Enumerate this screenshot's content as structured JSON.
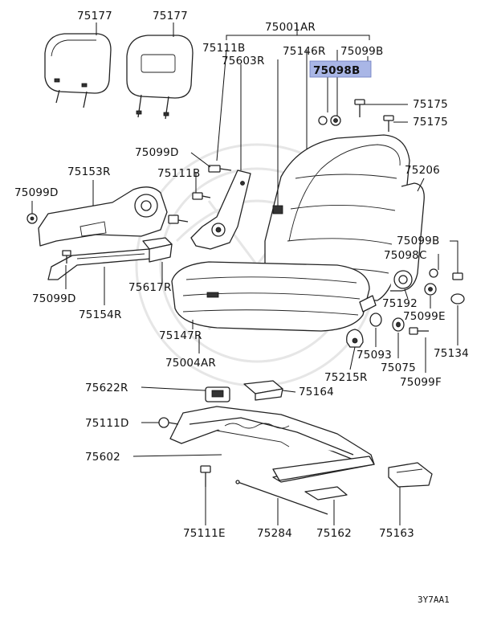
{
  "labels": {
    "l75177a": "75177",
    "l75177b": "75177",
    "l75001AR": "75001AR",
    "l75111B_top": "75111B",
    "l75603R": "75603R",
    "l75146R": "75146R",
    "l75099B_top": "75099B",
    "l75098B": "75098B",
    "l75175a": "75175",
    "l75175b": "75175",
    "l75099D_a": "75099D",
    "l75153R": "75153R",
    "l75111B_mid": "75111B",
    "l75099D_b": "75099D",
    "l75206": "75206",
    "l75099B_right": "75099B",
    "l75098C": "75098C",
    "l75099D_c": "75099D",
    "l75154R": "75154R",
    "l75617R": "75617R",
    "l75192": "75192",
    "l75099E": "75099E",
    "l75147R": "75147R",
    "l75134": "75134",
    "l75093": "75093",
    "l75075": "75075",
    "l75004AR": "75004AR",
    "l75215R": "75215R",
    "l75099F": "75099F",
    "l75622R": "75622R",
    "l75164": "75164",
    "l75111D": "75111D",
    "l75602": "75602",
    "l75111E": "75111E",
    "l75284": "75284",
    "l75162": "75162",
    "l75163": "75163",
    "code": "3Y7AA1"
  },
  "colors": {
    "highlight": "#a9b6e6",
    "ink": "#111111"
  }
}
